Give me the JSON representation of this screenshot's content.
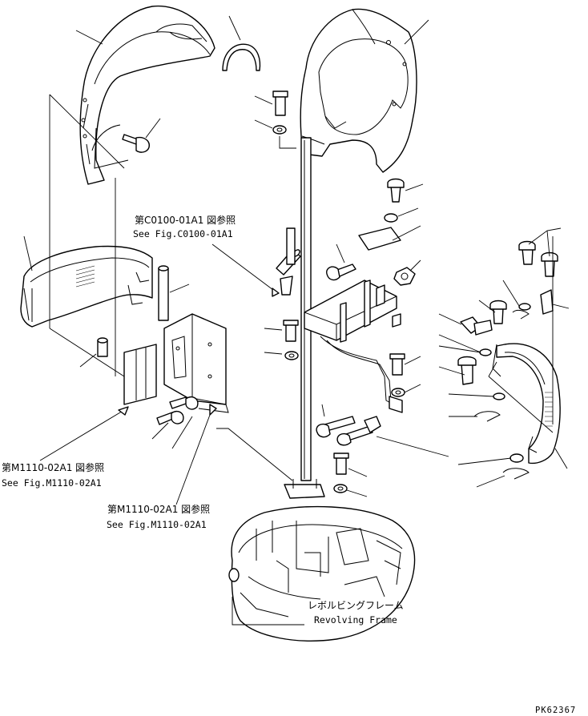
{
  "references": {
    "ref_c0100_jp": "第C0100-01A1 図参照",
    "ref_c0100_en": "See Fig.C0100-01A1",
    "ref_m1110_left_jp": "第M1110-02A1 図参照",
    "ref_m1110_left_en": "See Fig.M1110-02A1",
    "ref_m1110_center_jp": "第M1110-02A1 図参照",
    "ref_m1110_center_en": "See Fig.M1110-02A1"
  },
  "frame_label": {
    "jp": "レボルビングフレーム",
    "en": "Revolving Frame"
  },
  "drawing_code": "PK62367"
}
